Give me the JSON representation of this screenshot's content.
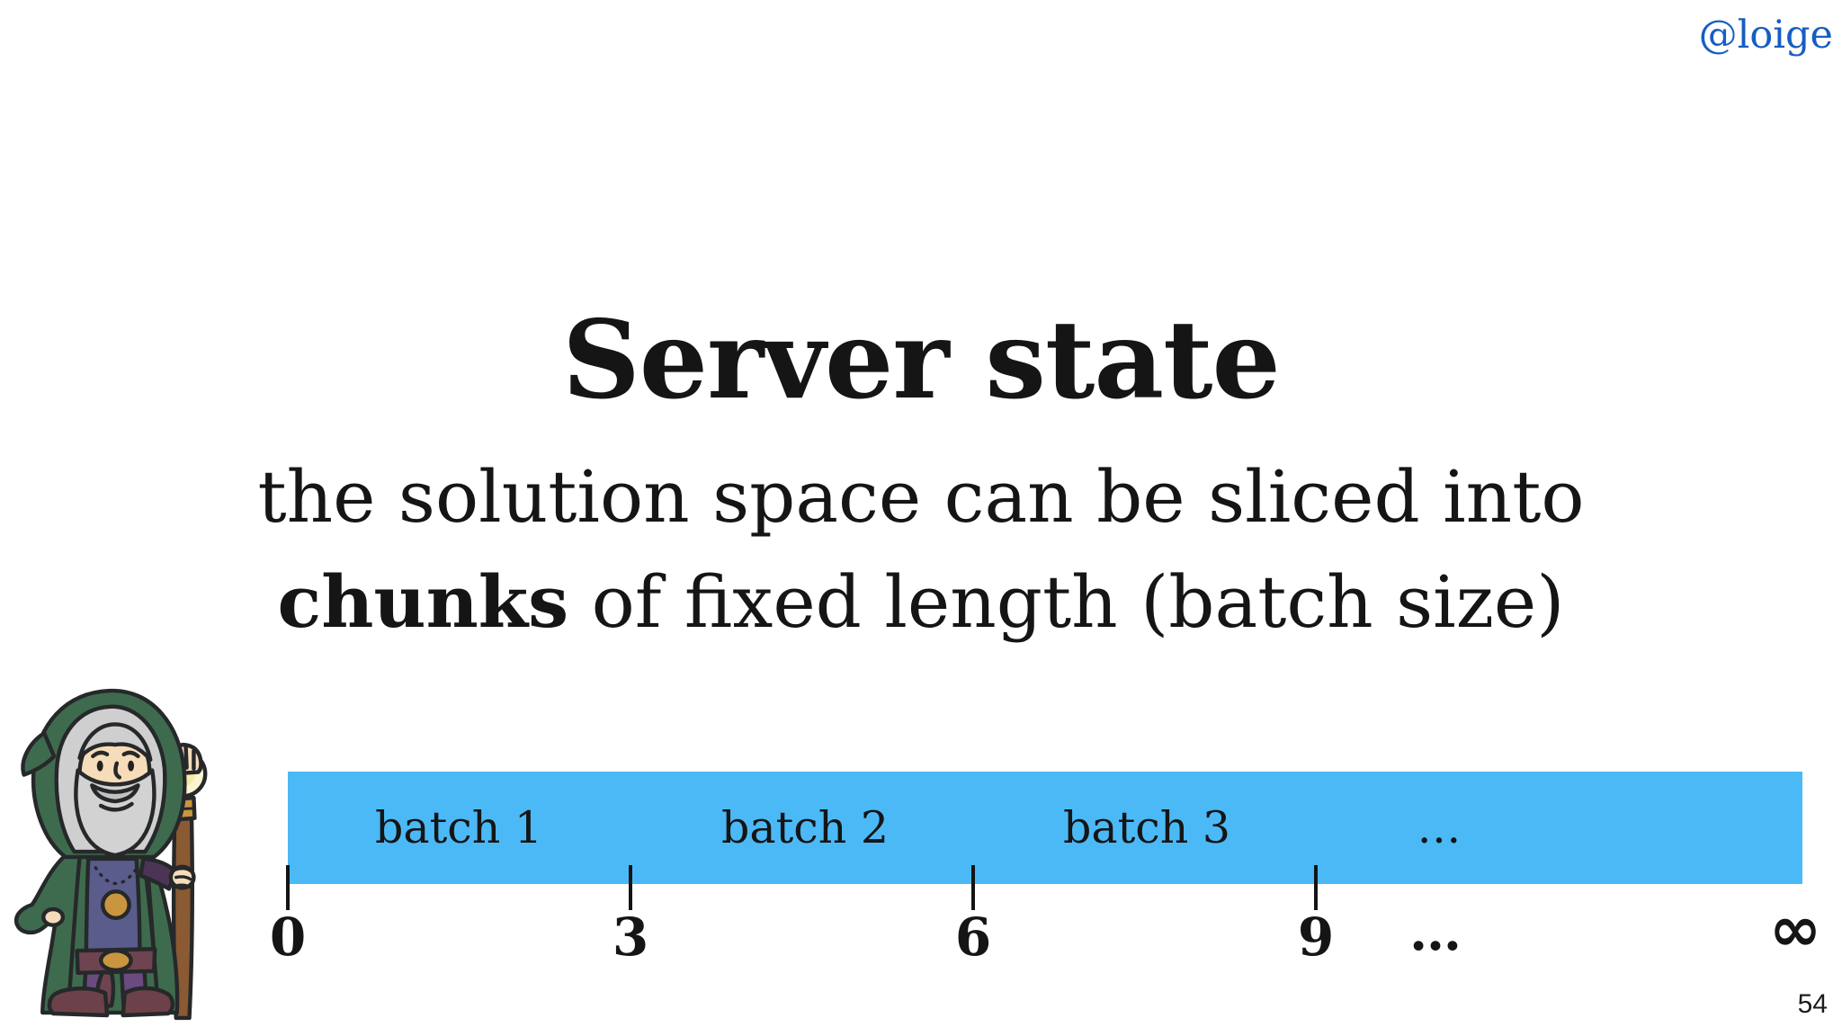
{
  "header": {
    "attribution": "@loige",
    "attribution_color": "#155ec4"
  },
  "title": {
    "text": "Server state"
  },
  "subtitle": {
    "line1": "the solution space can be sliced into",
    "line2_bold": "chunks",
    "line2_rest": " of fixed length (batch size)"
  },
  "diagram": {
    "bar_color": "#4cb9f7",
    "batch_labels": [
      "batch 1",
      "batch 2",
      "batch 3",
      "…"
    ],
    "axis": {
      "ticks": [
        "0",
        "3",
        "6",
        "9"
      ],
      "ellipsis": "…",
      "infinity": "∞"
    }
  },
  "illustration": {
    "name": "wizard-character"
  },
  "footer": {
    "page_number": "54"
  }
}
